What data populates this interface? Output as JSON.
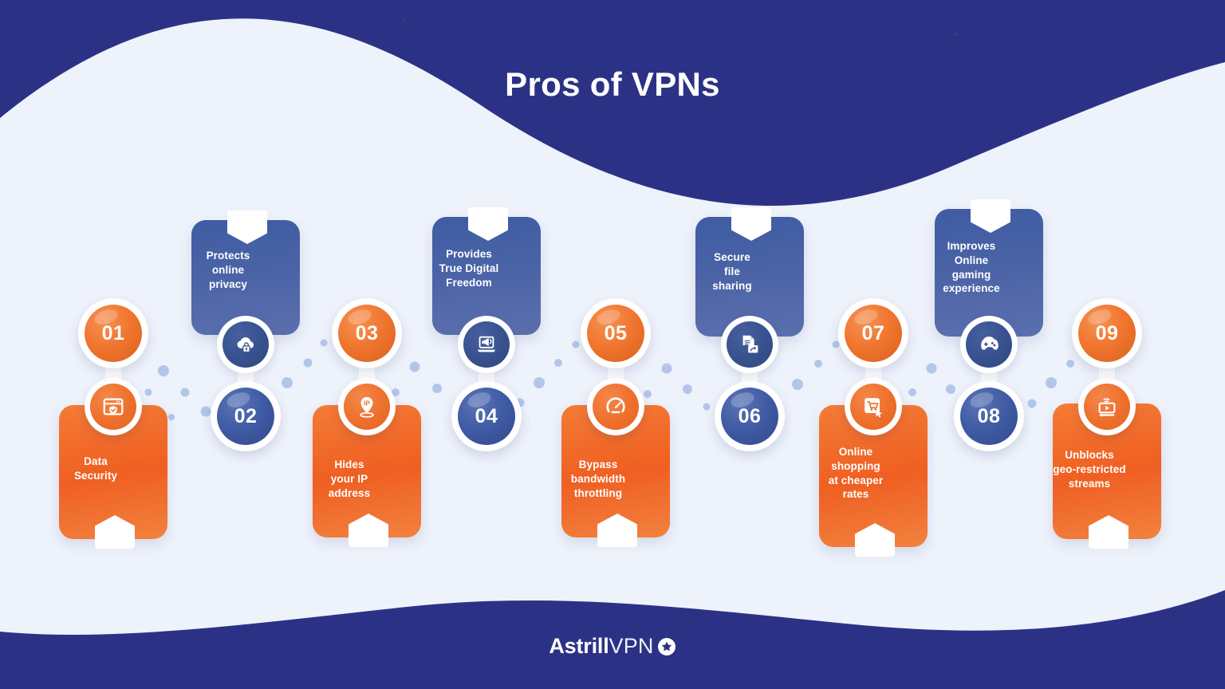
{
  "header": {
    "title": "Pros of VPNs"
  },
  "colors": {
    "navy": "#2b3286",
    "light_bg": "#eef2fb",
    "orange": "#ef6a28",
    "blue": "#3f5ca3",
    "white": "#ffffff",
    "dot_blue": "#aec2e8"
  },
  "footer": {
    "logo_bold": "Astrill",
    "logo_light": "VPN",
    "logo_icon": "star-badge-icon"
  },
  "items": [
    {
      "number": "01",
      "label": "Data Security",
      "color": "orange",
      "icon": "browser-shield-icon",
      "orientation": "card-below"
    },
    {
      "number": "02",
      "label": "Protects online privacy",
      "color": "blue",
      "icon": "cloud-lock-icon",
      "orientation": "card-above"
    },
    {
      "number": "03",
      "label": "Hides your IP address",
      "color": "orange",
      "icon": "ip-location-pin-icon",
      "orientation": "card-below"
    },
    {
      "number": "04",
      "label": "Provides True Digital Freedom",
      "color": "blue",
      "icon": "laptop-megaphone-icon",
      "orientation": "card-above"
    },
    {
      "number": "05",
      "label": "Bypass bandwidth throttling",
      "color": "orange",
      "icon": "speedometer-icon",
      "orientation": "card-below"
    },
    {
      "number": "06",
      "label": "Secure file sharing",
      "color": "blue",
      "icon": "file-share-icon",
      "orientation": "card-above"
    },
    {
      "number": "07",
      "label": "Online shopping at cheaper rates",
      "color": "orange",
      "icon": "shopping-cart-cursor-icon",
      "orientation": "card-below"
    },
    {
      "number": "08",
      "label": "Improves Online gaming experience",
      "color": "blue",
      "icon": "gamepad-icon",
      "orientation": "card-above"
    },
    {
      "number": "09",
      "label": "Unblocks geo-restricted streams",
      "color": "orange",
      "icon": "streaming-video-icon",
      "orientation": "card-below"
    }
  ]
}
